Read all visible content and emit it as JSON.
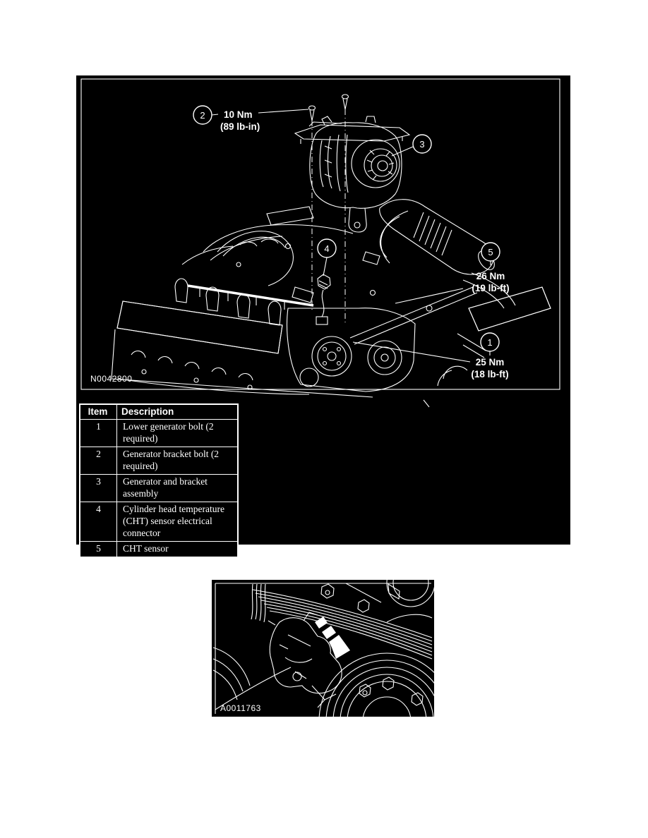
{
  "colors": {
    "page_background": "#ffffff",
    "panel_background": "#000000",
    "line_and_text": "#ffffff"
  },
  "figure_generator": {
    "code": "N0042800",
    "callouts": {
      "c1": {
        "number": "1",
        "torque_metric": "25 Nm",
        "torque_imperial": "(18 lb-ft)"
      },
      "c2": {
        "number": "2",
        "torque_metric": "10 Nm",
        "torque_imperial": "(89 lb-in)"
      },
      "c3": {
        "number": "3"
      },
      "c4": {
        "number": "4"
      },
      "c5": {
        "number": "5",
        "torque_metric": "26 Nm",
        "torque_imperial": "(19 lb-ft)"
      }
    }
  },
  "legend_table": {
    "headers": {
      "item": "Item",
      "description": "Description"
    },
    "rows": [
      {
        "item": "1",
        "description": "Lower generator bolt (2 required)"
      },
      {
        "item": "2",
        "description": "Generator bracket bolt (2 required)"
      },
      {
        "item": "3",
        "description": "Generator and bracket assembly"
      },
      {
        "item": "4",
        "description": "Cylinder head temperature (CHT) sensor electrical connector"
      },
      {
        "item": "5",
        "description": "CHT sensor"
      }
    ]
  },
  "figure_tensioner": {
    "code": "A0011763"
  }
}
